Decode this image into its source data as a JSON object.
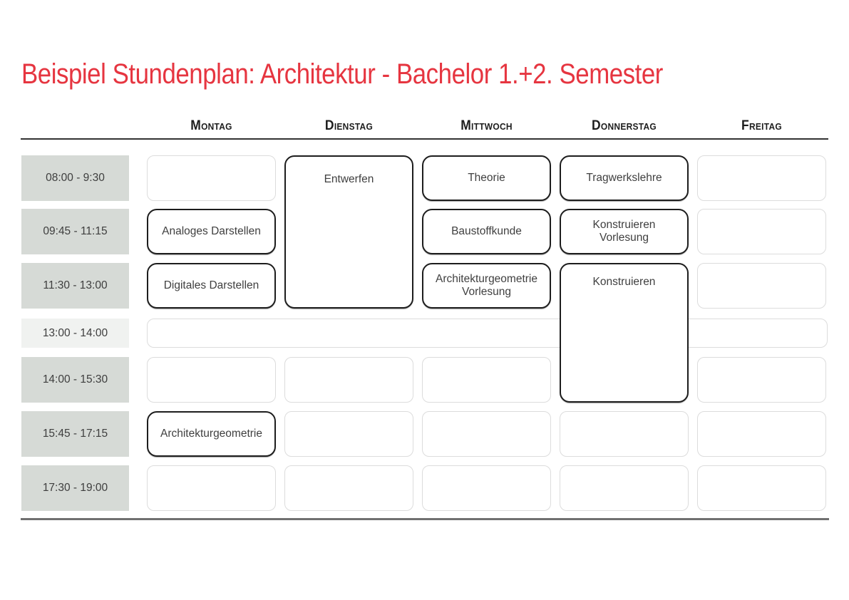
{
  "title": "Beispiel Stundenplan: Architektur - Bachelor 1.+2. Semester",
  "days": [
    "Montag",
    "Dienstag",
    "Mittwoch",
    "Donnerstag",
    "Freitag"
  ],
  "time_slots": [
    "08:00 - 9:30",
    "09:45 - 11:15",
    "11:30 - 13:00",
    "13:00 - 14:00",
    "14:00 - 15:30",
    "15:45 - 17:15",
    "17:30 - 19:00"
  ],
  "events": [
    {
      "day": "Montag",
      "time": "09:45 - 11:15",
      "line1": "Analoges Darstellen",
      "line2": ""
    },
    {
      "day": "Montag",
      "time": "11:30 - 13:00",
      "line1": "Digitales Darstellen",
      "line2": ""
    },
    {
      "day": "Montag",
      "time": "15:45 - 17:15",
      "line1": "Architekturgeometrie",
      "line2": ""
    },
    {
      "day": "Dienstag",
      "time": "08:00 - 13:00",
      "line1": "Entwerfen",
      "line2": ""
    },
    {
      "day": "Mittwoch",
      "time": "08:00 - 9:30",
      "line1": "Theorie",
      "line2": ""
    },
    {
      "day": "Mittwoch",
      "time": "09:45 - 11:15",
      "line1": "Baustoffkunde",
      "line2": ""
    },
    {
      "day": "Mittwoch",
      "time": "11:30 - 13:00",
      "line1": "Architekturgeometrie",
      "line2": "Vorlesung"
    },
    {
      "day": "Donnerstag",
      "time": "08:00 - 9:30",
      "line1": "Tragwerkslehre",
      "line2": ""
    },
    {
      "day": "Donnerstag",
      "time": "09:45 - 11:15",
      "line1": "Konstruieren",
      "line2": "Vorlesung"
    },
    {
      "day": "Donnerstag",
      "time": "11:30 - 15:30",
      "line1": "Konstruieren",
      "line2": ""
    }
  ],
  "colors": {
    "accent_red": "#e63540",
    "time_cell_bg": "#d6dad6",
    "lunch_cell_bg": "#f0f2f0",
    "event_border": "#1d1d1d",
    "empty_box_border": "#dcdcdc",
    "body_text": "#3f3f3f",
    "top_rule": "#333333",
    "bottom_rule": "#707070"
  }
}
